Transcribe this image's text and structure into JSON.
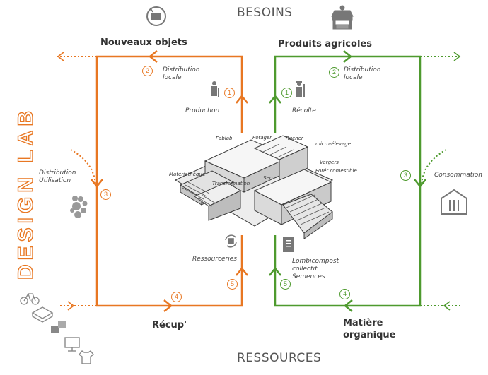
{
  "headers": {
    "top": "BESOINS",
    "bottom": "RESSOURCES"
  },
  "side_label": "DESIGN LAB",
  "orange_loop": {
    "title_top": "Nouveaux objets",
    "title_bottom": "Récup'",
    "steps": [
      {
        "num": "1",
        "label": "Production"
      },
      {
        "num": "2",
        "label_lines": [
          "Distribution",
          "locale"
        ]
      },
      {
        "num": "3",
        "label_lines": [
          "Distribution",
          "Utilisation"
        ]
      },
      {
        "num": "4",
        "label": ""
      },
      {
        "num": "5",
        "label": "Ressourceries"
      }
    ]
  },
  "green_loop": {
    "title_top": "Produits agricoles",
    "title_bottom_lines": [
      "Matière",
      "organique"
    ],
    "steps": [
      {
        "num": "1",
        "label": "Récolte"
      },
      {
        "num": "2",
        "label_lines": [
          "Distribution",
          "locale"
        ]
      },
      {
        "num": "3",
        "label": "Consommation"
      },
      {
        "num": "4",
        "label": ""
      },
      {
        "num": "5",
        "label_lines": [
          "Lombicompost",
          "collectif",
          "Semences"
        ]
      }
    ]
  },
  "building_labels": [
    "Fablab",
    "Potager",
    "Rucher",
    "micro-élevage",
    "Matériathèque",
    "Transformation",
    "Serre",
    "Vergers",
    "Forêt comestible"
  ],
  "colors": {
    "orange": "#e87722",
    "green": "#4e9a2e",
    "icon_gray": "#777777"
  },
  "icons": [
    "recycle-machine-icon",
    "market-stall-icon",
    "worker-icon",
    "farmer-icon",
    "footprints-icon",
    "house-cutlery-icon",
    "recycle-bin-icon",
    "compost-document-icon",
    "bicycle-icon",
    "pallet-icon",
    "boxes-icon",
    "computer-icon",
    "tshirt-icon"
  ]
}
